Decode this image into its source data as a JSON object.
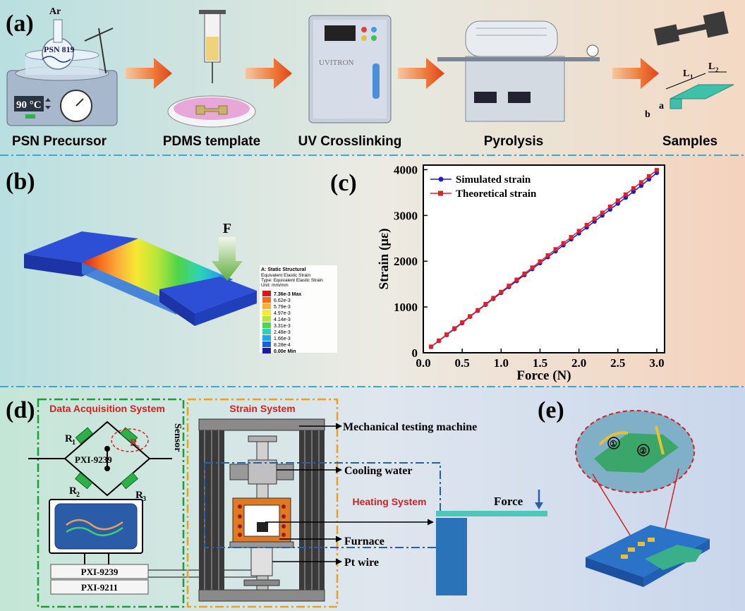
{
  "panel_a": {
    "label": "(a)",
    "steps": [
      "PSN Precursor",
      "PDMS template",
      "UV Crosslinking",
      "Pyrolysis",
      "Samples"
    ],
    "flask_gas": "Ar",
    "flask_label": "PSN 819",
    "hotplate_temp": "90 °C",
    "uv_brand": "UVITRON",
    "dims": {
      "l1": "L",
      "l1_sub": "1",
      "l2": "L",
      "l2_sub": "2",
      "a": "a",
      "b": "b"
    }
  },
  "panel_b": {
    "label": "(b)",
    "force": "F",
    "legend_title": "A: Static Structural",
    "legend_lines": [
      "Equivalent Elastic Strain",
      "Type: Equivalent Elastic Strain",
      "Unit: mm/mm"
    ],
    "legend_values": [
      "7.36e-3 Max",
      "6.62e-3",
      "5.79e-3",
      "4.97e-3",
      "4.14e-3",
      "3.31e-3",
      "2.48e-3",
      "1.66e-3",
      "8.28e-4",
      "0.00e Min"
    ],
    "legend_colors": [
      "#d7191c",
      "#f46d1c",
      "#fdae3a",
      "#f6e832",
      "#b7e63a",
      "#4fd44a",
      "#2ed3b5",
      "#1fa8e8",
      "#1562e0",
      "#1a1aa8"
    ]
  },
  "chart_data": {
    "type": "line",
    "panel_label": "(c)",
    "xlabel": "Force (N)",
    "ylabel": "Strain (με)",
    "xlim": [
      0,
      3.1
    ],
    "ylim": [
      0,
      4100
    ],
    "xticks": [
      "0.0",
      "0.5",
      "1.0",
      "1.5",
      "2.0",
      "2.5",
      "3.0"
    ],
    "yticks": [
      "0",
      "1000",
      "2000",
      "3000",
      "4000"
    ],
    "legend_position": "top-left",
    "x": [
      0.1,
      0.2,
      0.3,
      0.4,
      0.5,
      0.6,
      0.7,
      0.8,
      0.9,
      1.0,
      1.1,
      1.2,
      1.3,
      1.4,
      1.5,
      1.6,
      1.7,
      1.8,
      1.9,
      2.0,
      2.1,
      2.2,
      2.3,
      2.4,
      2.5,
      2.6,
      2.7,
      2.8,
      2.9,
      3.0
    ],
    "series": [
      {
        "name": "Simulated strain",
        "color": "#1c1cc9",
        "marker": "circle",
        "values": [
          130,
          260,
          390,
          520,
          650,
          790,
          920,
          1050,
          1180,
          1310,
          1440,
          1570,
          1700,
          1830,
          1960,
          2090,
          2220,
          2350,
          2480,
          2610,
          2740,
          2870,
          3000,
          3130,
          3260,
          3390,
          3520,
          3650,
          3790,
          3930
        ]
      },
      {
        "name": "Theoretical strain",
        "color": "#e3202a",
        "marker": "square",
        "values": [
          133,
          266,
          399,
          532,
          665,
          798,
          931,
          1064,
          1197,
          1330,
          1463,
          1596,
          1729,
          1862,
          1995,
          2128,
          2261,
          2394,
          2527,
          2660,
          2793,
          2926,
          3059,
          3192,
          3325,
          3458,
          3591,
          3724,
          3857,
          3990
        ]
      }
    ]
  },
  "panel_d": {
    "label": "(d)",
    "daq_title": "Data Acquisition System",
    "strain_title": "Strain System",
    "heating_title": "Heating System",
    "bridge_label": "PXI-9239",
    "r1": "R",
    "r1_sub": "1",
    "r2": "R",
    "r2_sub": "2",
    "r3": "R",
    "r3_sub": "3",
    "rs": "R",
    "rs_sub": "s",
    "sensor": "Sensor",
    "modules": [
      "PXI-9239",
      "PXI-9211"
    ],
    "callouts": [
      "Mechanical testing machine",
      "Cooling water",
      "Furnace",
      "Pt wire"
    ],
    "force": "Force",
    "colors": {
      "green": "#1a9e3a",
      "orange": "#f0a020",
      "blue": "#2b5fa8",
      "red": "#d62020"
    }
  },
  "panel_e": {
    "label": "(e)",
    "marker1": "①",
    "marker2": "②"
  }
}
